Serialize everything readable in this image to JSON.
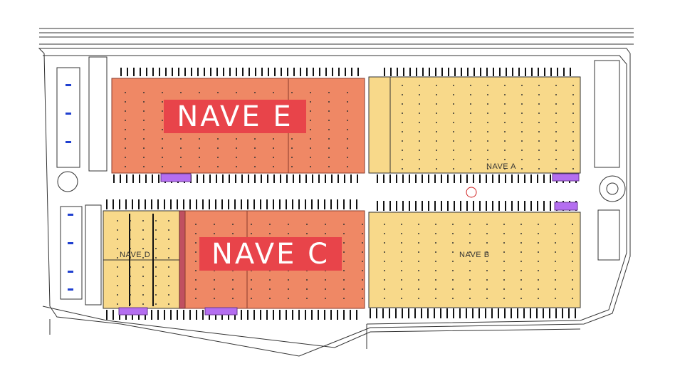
{
  "plan": {
    "buildings": [
      {
        "id": "E",
        "label": "NAVE E",
        "highlight": true
      },
      {
        "id": "C",
        "label": "NAVE C",
        "highlight": true
      },
      {
        "id": "A",
        "label": "NAVE A",
        "highlight": false
      },
      {
        "id": "B",
        "label": "NAVE B",
        "highlight": false
      },
      {
        "id": "D",
        "label": "NAVE D",
        "highlight": false
      }
    ]
  },
  "colors": {
    "highlight_fill": "#ef8865",
    "label_bg": "#e8444a",
    "warehouse_fill": "#f8d98a",
    "loading_dock": "#b46ef0",
    "line": "#222222"
  }
}
